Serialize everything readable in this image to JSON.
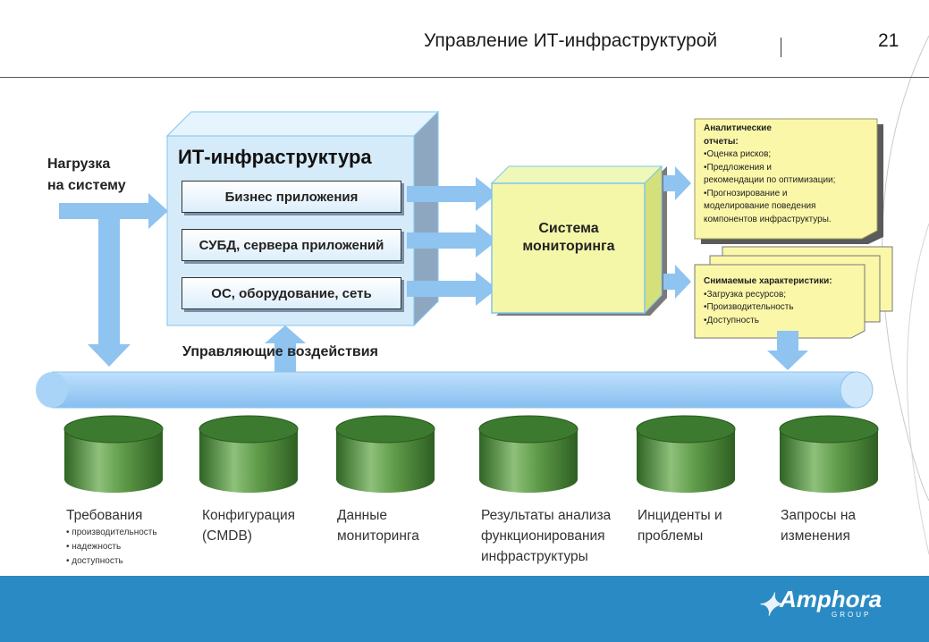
{
  "header": {
    "title": "Управление ИТ-инфраструктурой",
    "page_number": "21"
  },
  "load": {
    "line1": "Нагрузка",
    "line2": "на систему"
  },
  "infrastructure": {
    "title": "ИТ-инфраструктура",
    "layers": [
      "Бизнес приложения",
      "СУБД, сервера приложений",
      "ОС, оборудование, сеть"
    ]
  },
  "monitoring": {
    "line1": "Система",
    "line2": "мониторинга"
  },
  "control_label": "Управляющие воздействия",
  "reports": {
    "title1": "Аналитические",
    "title2": "отчеты:",
    "items": [
      "•Оценка рисков;",
      "•Предложения и",
      "рекомендации по оптимизации;",
      "•Прогнозирование и",
      "моделирование поведения",
      "компонентов инфраструктуры."
    ]
  },
  "metrics": {
    "title": "Снимаемые характеристики:",
    "items": [
      "•Загрузка ресурсов;",
      "•Производительность",
      "•Доступность"
    ]
  },
  "databases": [
    {
      "line1": "Требования",
      "line2": "",
      "line3": "",
      "sub": [
        "• производительность",
        "• надежность",
        "• доступность"
      ]
    },
    {
      "line1": "Конфигурация",
      "line2": "(CMDB)",
      "line3": "",
      "sub": []
    },
    {
      "line1": "Данные",
      "line2": "мониторинга",
      "line3": "",
      "sub": []
    },
    {
      "line1": "Результаты анализа",
      "line2": "функционирования",
      "line3": "инфраструктуры",
      "sub": []
    },
    {
      "line1": "Инциденты и",
      "line2": "проблемы",
      "line3": "",
      "sub": []
    },
    {
      "line1": "Запросы на",
      "line2": "изменения",
      "line3": "",
      "sub": []
    }
  ],
  "footer": {
    "logo": "Amphora",
    "logo_sub": "GROUP"
  },
  "colors": {
    "arrow": "#8fc3f0",
    "box_face": "#d6ebf9",
    "monitor_face": "#f4f7a8",
    "note": "#fbf7a8",
    "db": "#4e8a3c",
    "footer": "#2a8ac4"
  }
}
